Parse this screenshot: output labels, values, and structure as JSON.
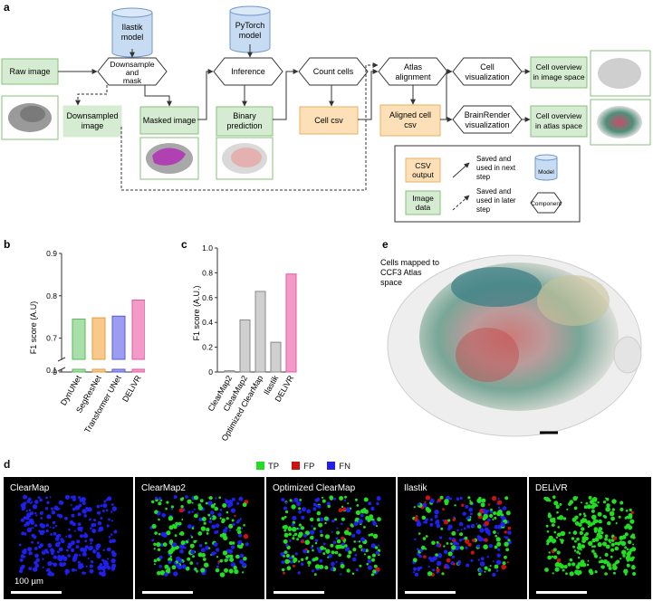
{
  "panel_a": {
    "letter": "a",
    "nodes": {
      "ilastik_model": [
        "Ilastik",
        "model"
      ],
      "pytorch_model": [
        "PyTorch",
        "model"
      ],
      "raw_image": "Raw image",
      "downsample": [
        "Downsample",
        "and",
        "mask"
      ],
      "inference": "Inference",
      "count_cells": "Count cells",
      "atlas_alignment": [
        "Atlas",
        "alignment"
      ],
      "cell_visualization": [
        "Cell",
        "visualization"
      ],
      "brainrender_visualization": [
        "BrainRender",
        "visualization"
      ],
      "downsampled_image": [
        "Downsampled",
        "image"
      ],
      "masked_image": "Masked image",
      "binary_prediction": [
        "Binary",
        "prediction"
      ],
      "cell_csv": "Cell csv",
      "aligned_cell_csv": [
        "Aligned cell",
        "csv"
      ],
      "overview_image_space": [
        "Cell overview",
        "in image space"
      ],
      "overview_atlas_space": [
        "Cell overview",
        "in atlas space"
      ]
    },
    "legend": {
      "csv_output": [
        "CSV",
        "output"
      ],
      "image_data": [
        "Image",
        "data"
      ],
      "saved_next": [
        "Saved and",
        "used in next",
        "step"
      ],
      "saved_later": [
        "Saved and",
        "used in later",
        "step"
      ],
      "model": "Model",
      "component": "Component"
    }
  },
  "chart_data": [
    {
      "panel": "b",
      "type": "bar",
      "categories": [
        "DynUNet",
        "SegResNet",
        "Transformer UNet",
        "DELiVR"
      ],
      "values": [
        0.745,
        0.748,
        0.752,
        0.79
      ],
      "colors": [
        "#a9dfa9",
        "#f9c98c",
        "#9c9cf0",
        "#f49ac8"
      ],
      "edge_colors": [
        "#57b857",
        "#e79a3b",
        "#5a5ad8",
        "#e05ba0"
      ],
      "ylabel": "F1 score (A.U)",
      "yticks": [
        "0",
        "0.1",
        "0.7",
        "0.8",
        "0.9"
      ],
      "axis_break": true,
      "ylim_upper": [
        0.65,
        0.9
      ]
    },
    {
      "panel": "c",
      "type": "bar",
      "categories": [
        "ClearMap2",
        "ClearMap2",
        "Optimized ClearMap",
        "Ilastik",
        "DELiVR"
      ],
      "values": [
        0.01,
        0.42,
        0.65,
        0.24,
        0.79
      ],
      "colors": [
        "#d0d0d0",
        "#d0d0d0",
        "#d0d0d0",
        "#d0d0d0",
        "#f49ac8"
      ],
      "edge_colors": [
        "#888888",
        "#888888",
        "#888888",
        "#888888",
        "#e05ba0"
      ],
      "ylabel": "F1 score (A.U.)",
      "yticks": [
        "0",
        "0.2",
        "0.4",
        "0.6",
        "0.8",
        "1.0"
      ],
      "ylim": [
        0,
        1.0
      ]
    }
  ],
  "panel_e": {
    "letter": "e",
    "caption": [
      "Cells mapped to",
      "CCF3 Atlas",
      "space"
    ]
  },
  "panel_d": {
    "letter": "d",
    "legend": [
      {
        "label": "TP",
        "color": "#22dd22"
      },
      {
        "label": "FP",
        "color": "#cc1111"
      },
      {
        "label": "FN",
        "color": "#1f1fee"
      }
    ],
    "panels": [
      "ClearMap",
      "ClearMap2",
      "Optimized ClearMap",
      "Ilastik",
      "DELiVR"
    ],
    "scalebar_label": "100 µm"
  }
}
